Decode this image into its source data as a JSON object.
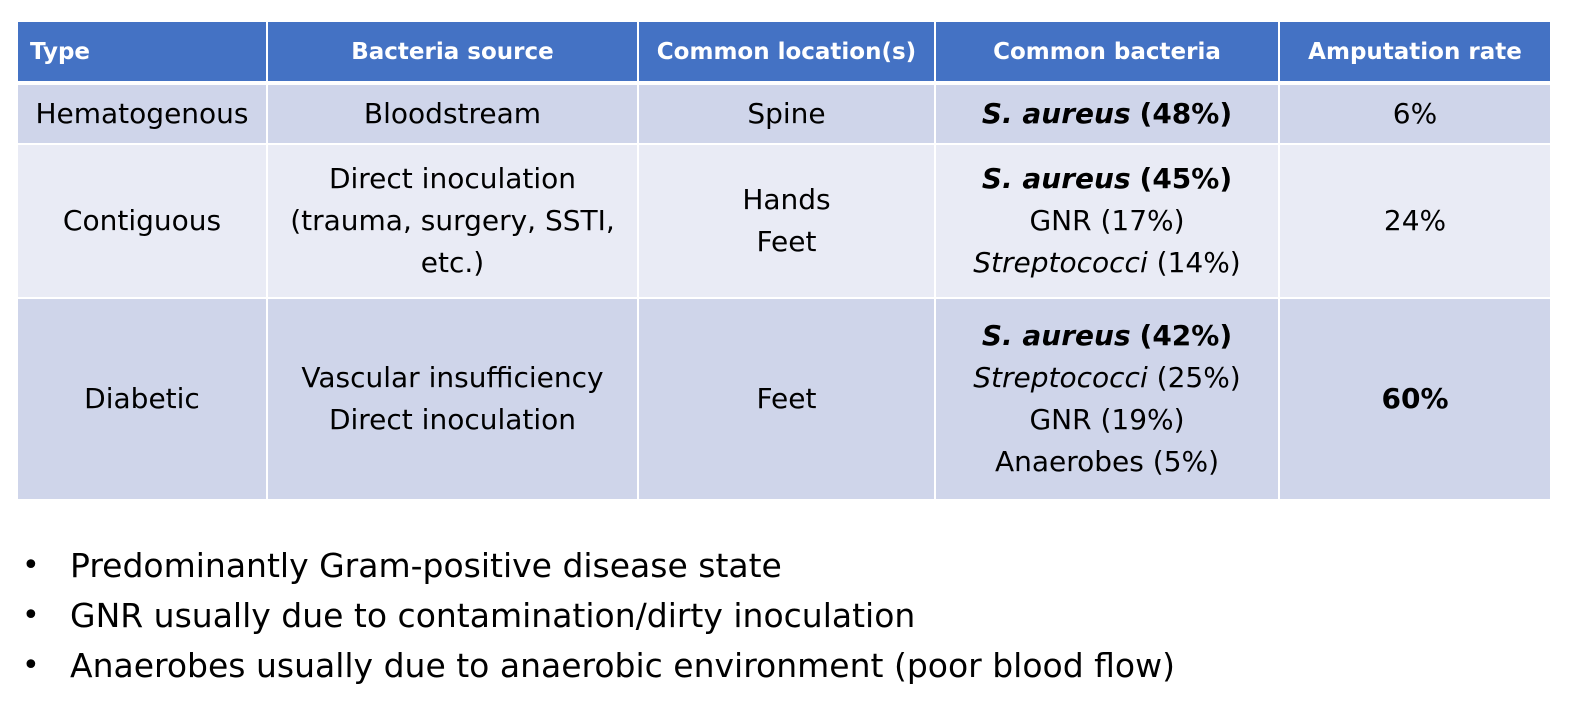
{
  "table": {
    "headers": [
      "Type",
      "Bacteria source",
      "Common location(s)",
      "Common bacteria",
      "Amputation rate"
    ],
    "rows": [
      {
        "type": "Hematogenous",
        "source": [
          "Bloodstream"
        ],
        "locations": [
          "Spine"
        ],
        "bacteria": [
          {
            "name": "S. aureus",
            "pct": "(48%)",
            "name_style": "bold-italic",
            "pct_style": "bold"
          }
        ],
        "amputation_rate": "6%",
        "amputation_bold": false
      },
      {
        "type": "Contiguous",
        "source": [
          "Direct inoculation",
          "(trauma, surgery, SSTI,",
          "etc.)"
        ],
        "locations": [
          "Hands",
          "Feet"
        ],
        "bacteria": [
          {
            "name": "S. aureus",
            "pct": "(45%)",
            "name_style": "bold-italic",
            "pct_style": "bold"
          },
          {
            "name": "GNR",
            "pct": "(17%)",
            "name_style": "normal",
            "pct_style": "normal"
          },
          {
            "name": "Streptococci",
            "pct": "(14%)",
            "name_style": "italic",
            "pct_style": "normal"
          }
        ],
        "amputation_rate": "24%",
        "amputation_bold": false
      },
      {
        "type": "Diabetic",
        "source": [
          "Vascular insufficiency",
          "Direct inoculation"
        ],
        "locations": [
          "Feet"
        ],
        "bacteria": [
          {
            "name": "S. aureus",
            "pct": "(42%)",
            "name_style": "bold-italic",
            "pct_style": "bold"
          },
          {
            "name": "Streptococci",
            "pct": "(25%)",
            "name_style": "italic",
            "pct_style": "normal"
          },
          {
            "name": "GNR",
            "pct": "(19%)",
            "name_style": "normal",
            "pct_style": "normal"
          },
          {
            "name": "Anaerobes",
            "pct": "(5%)",
            "name_style": "normal",
            "pct_style": "normal"
          }
        ],
        "amputation_rate": "60%",
        "amputation_bold": true
      }
    ]
  },
  "bullets": {
    "glyph": "•",
    "items": [
      "Predominantly Gram-positive disease state",
      "GNR usually due to contamination/dirty inoculation",
      "Anaerobes usually due to anaerobic environment (poor blood flow)"
    ]
  },
  "colors": {
    "header_bg": "#4472c4",
    "row_odd_bg": "#cfd5ea",
    "row_even_bg": "#e9ebf5"
  }
}
